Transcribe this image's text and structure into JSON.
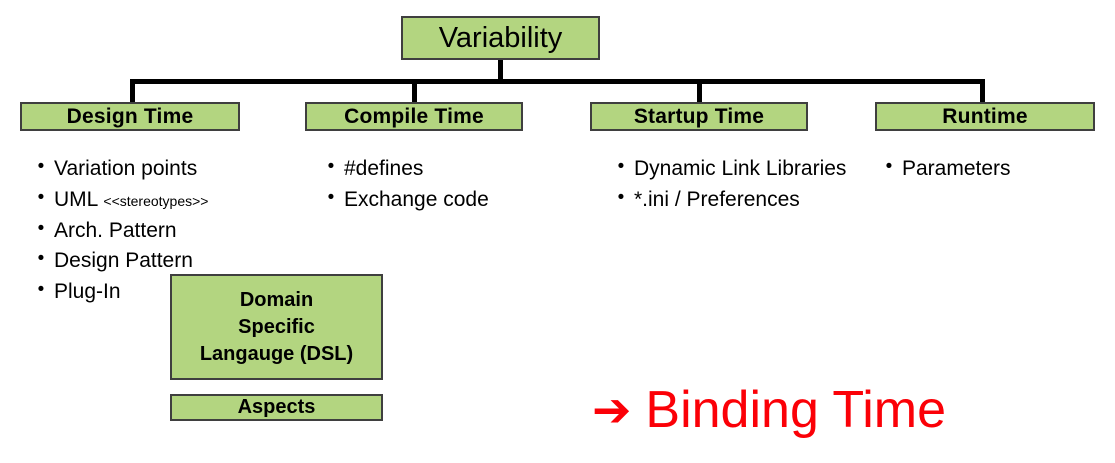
{
  "diagram": {
    "root": {
      "label": "Variability"
    },
    "columns": [
      {
        "id": "design-time",
        "title": "Design Time",
        "items": [
          {
            "text": "Variation points"
          },
          {
            "text": "UML ",
            "suffix": "<<stereotypes>>"
          },
          {
            "text": "Arch. Pattern"
          },
          {
            "text": "Design Pattern"
          },
          {
            "text": "Plug-In"
          }
        ]
      },
      {
        "id": "compile-time",
        "title": "Compile Time",
        "items": [
          {
            "text": "#defines"
          },
          {
            "text": "Exchange code"
          }
        ]
      },
      {
        "id": "startup-time",
        "title": "Startup Time",
        "items": [
          {
            "text": "Dynamic Link Libraries"
          },
          {
            "text": "*.ini / Preferences"
          }
        ]
      },
      {
        "id": "runtime",
        "title": "Runtime",
        "items": [
          {
            "text": "Parameters"
          }
        ]
      }
    ],
    "extra_boxes": [
      {
        "id": "dsl",
        "lines": [
          "Domain",
          "Specific",
          "Langauge (DSL)"
        ]
      },
      {
        "id": "aspects",
        "label": "Aspects"
      }
    ],
    "callout": {
      "arrow_icon": "➔",
      "label": "Binding Time"
    },
    "bullet_glyph": "•",
    "colors": {
      "box_fill": "#b3d580",
      "box_border": "#3f3f3f",
      "connector": "#000000",
      "callout": "#fb0007",
      "background": "#ffffff",
      "text": "#000000"
    }
  }
}
